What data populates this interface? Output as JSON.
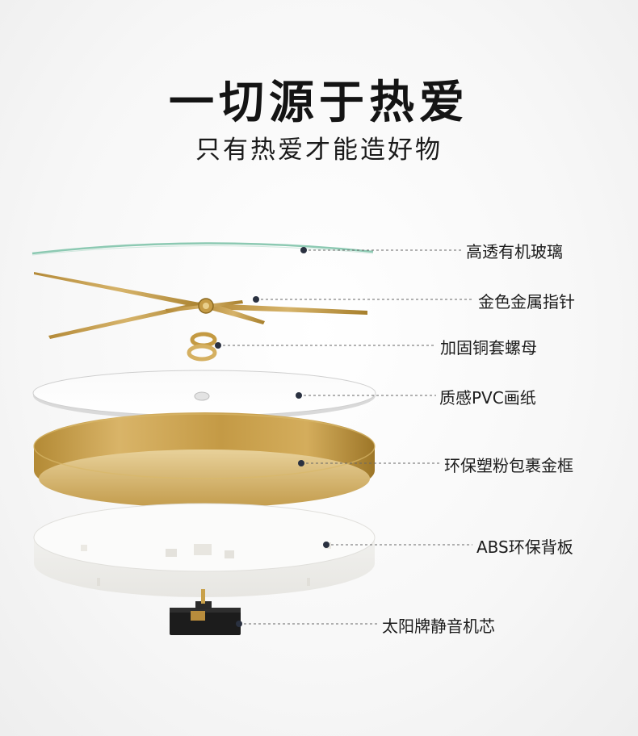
{
  "header": {
    "title": "一切源于热爱",
    "subtitle": "只有热爱才能造好物"
  },
  "components": [
    {
      "label": "高透有机玻璃"
    },
    {
      "label": "金色金属指针"
    },
    {
      "label": "加固铜套螺母"
    },
    {
      "label": "质感PVC画纸"
    },
    {
      "label": "环保塑粉包裹金框"
    },
    {
      "label": "ABS环保背板"
    },
    {
      "label": "太阳牌静音机芯"
    }
  ],
  "colors": {
    "gold": "#c9a24a",
    "gold_dark": "#a8812e",
    "glass_edge": "#7fbfa8",
    "leader_line": "#555555"
  }
}
